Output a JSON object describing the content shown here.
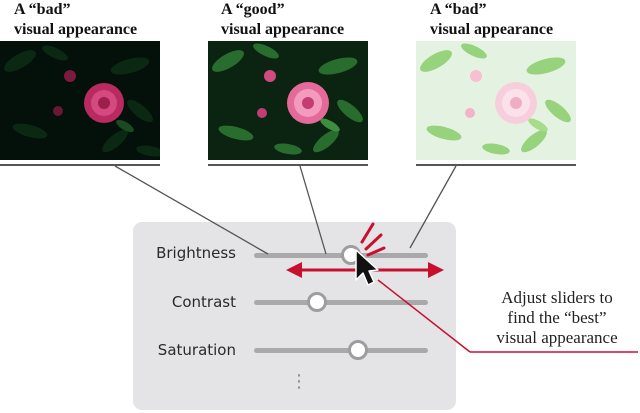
{
  "captions": [
    {
      "line1": "A “bad”",
      "line2": "visual appearance"
    },
    {
      "line1": "A “good”",
      "line2": "visual appearance"
    },
    {
      "line1": "A “bad”",
      "line2": "visual appearance"
    }
  ],
  "photos": [
    {
      "variant": "too-dark",
      "bg": "#05120a",
      "flower": "#c2306a"
    },
    {
      "variant": "balanced",
      "bg": "#0c2a14",
      "flower": "#e86a9c"
    },
    {
      "variant": "too-bright",
      "bg": "#d9eedd",
      "flower": "#f4c6d6"
    }
  ],
  "sliders": [
    {
      "label": "Brightness",
      "level": 0.56
    },
    {
      "label": "Contrast",
      "level": 0.36
    },
    {
      "label": "Saturation",
      "level": 0.6
    }
  ],
  "more_indicator": "⋮",
  "note": {
    "line1": "Adjust sliders to",
    "line2": "find the “best”",
    "line3": "visual appearance"
  },
  "colors": {
    "arrow": "#c8102e",
    "panel": "#e4e4e6",
    "track": "#a9a9ab",
    "knob_border": "#9d9d9f",
    "connector": "#555555"
  },
  "icons": [
    "cursor-pointer-icon",
    "double-arrow-icon",
    "more-vertical-icon"
  ]
}
